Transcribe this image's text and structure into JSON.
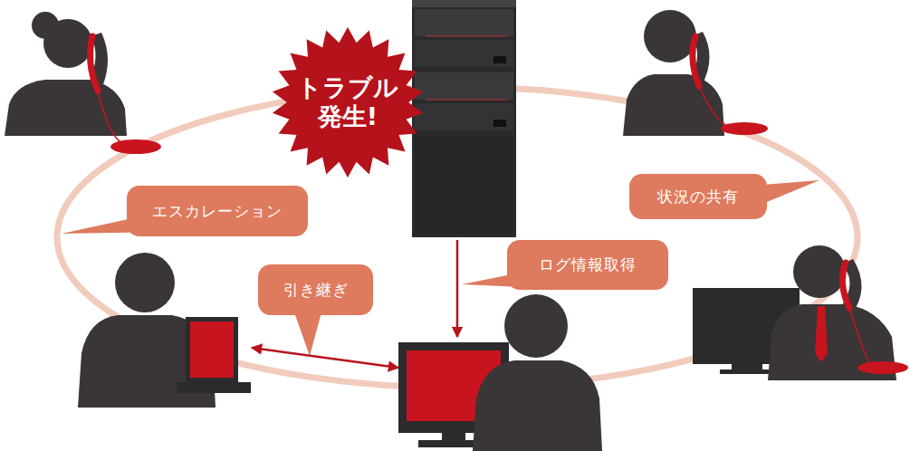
{
  "diagram": {
    "nodes": [
      {
        "text": [
          "トラブル 発生!"
        ]
      },
      {
        "text": [
          "状況の共有"
        ]
      },
      {
        "text": [
          "エスカレーション"
        ]
      },
      {
        "text": [
          "ログ情報取得"
        ]
      },
      {
        "text": [
          "引き継ぎ"
        ]
      }
    ]
  }
}
